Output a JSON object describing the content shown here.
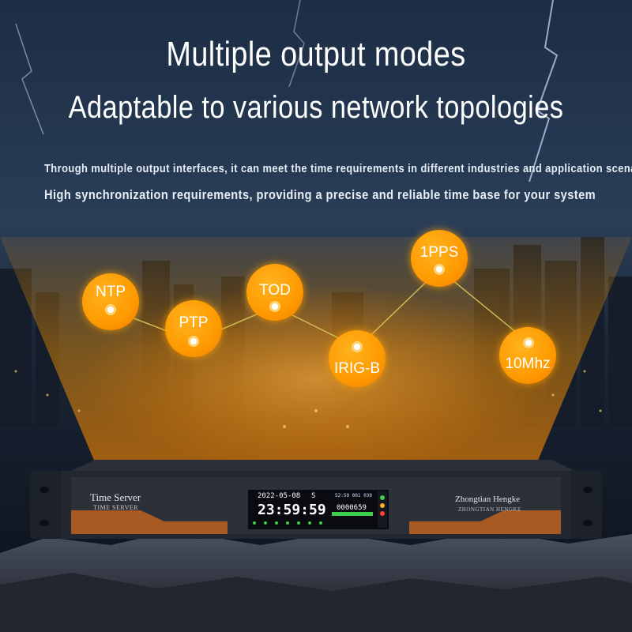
{
  "headline": "Multiple output modes",
  "subheadline": "Adaptable to various network topologies",
  "description_line1": "Through multiple output interfaces, it can meet the time requirements in different industries and application scenarios",
  "description_line2": "High synchronization requirements, providing a precise and reliable time base for your system",
  "nodes": [
    {
      "label": "NTP"
    },
    {
      "label": "PTP"
    },
    {
      "label": "TOD"
    },
    {
      "label": "IRIG-B"
    },
    {
      "label": "1PPS"
    },
    {
      "label": "10Mhz"
    }
  ],
  "device": {
    "title": "Time Server",
    "subtitle": "TIME SERVER",
    "brand": "Zhongtian Hengke",
    "brand_sub": "ZHONGTIAN HENGKE",
    "date": "2022-05-08",
    "day_label": "S",
    "time": "23:59:59",
    "counter": "0000659",
    "top_readout": "52:50 001 030"
  },
  "colors": {
    "accent": "#ff9a00",
    "background": "#0f1b2c",
    "link_line": "#d7c65a"
  }
}
